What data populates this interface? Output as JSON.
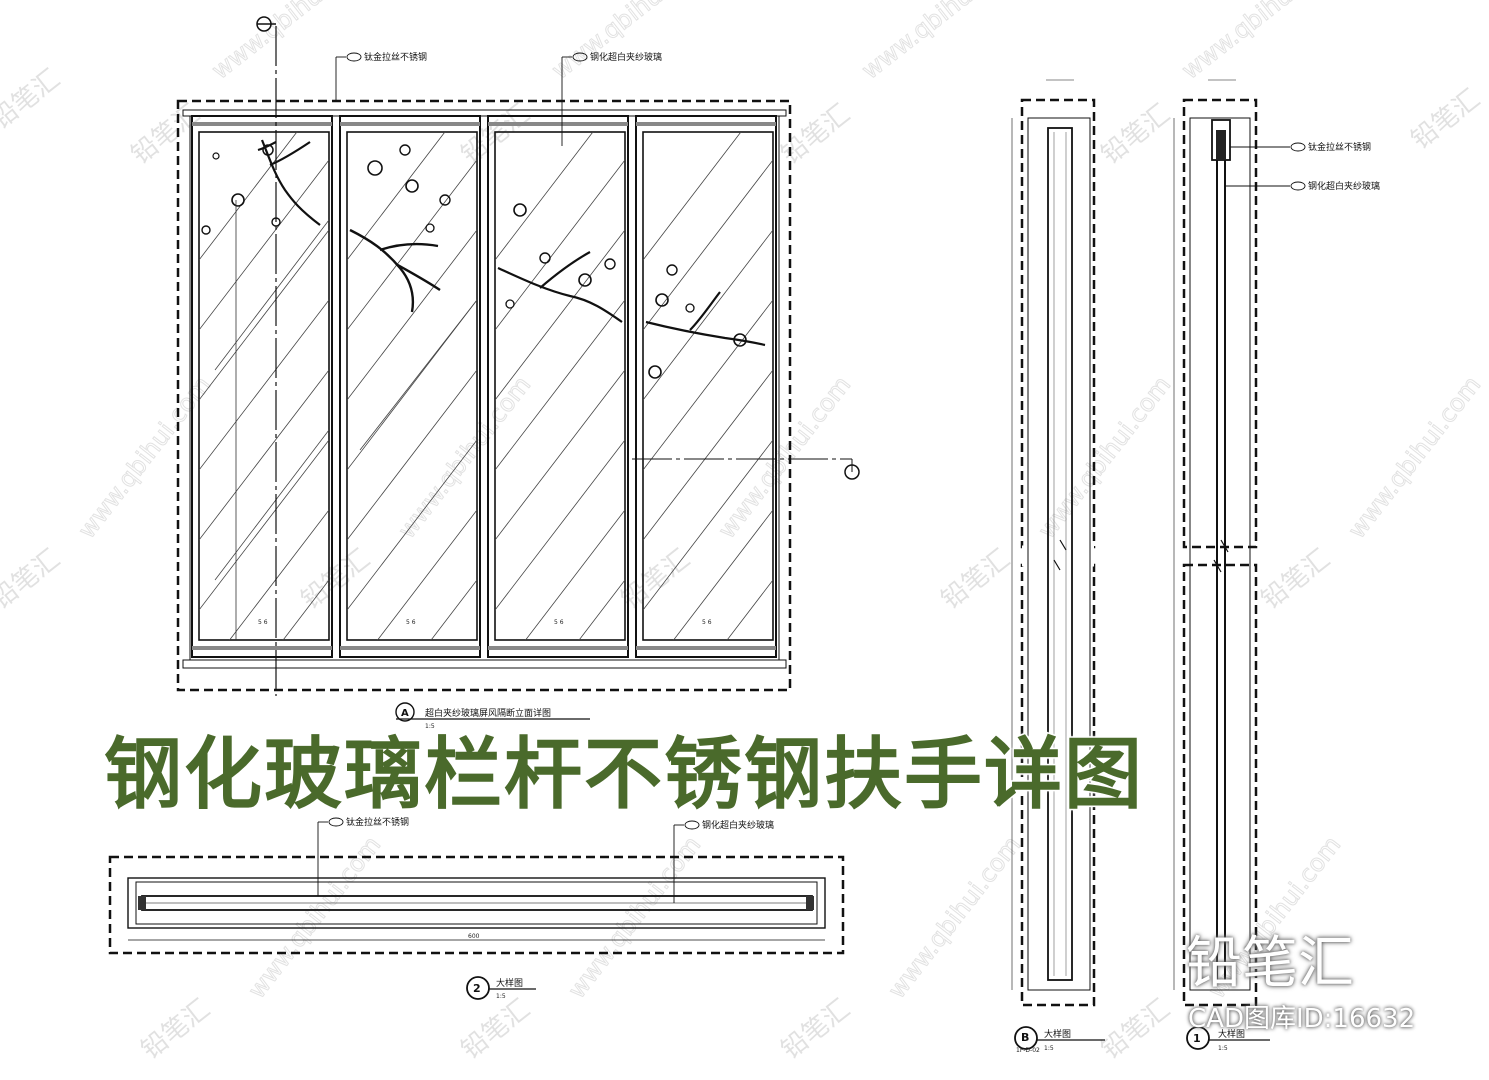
{
  "headline": "钢化玻璃栏杆不锈钢扶手详图",
  "brand": {
    "logo_text": "铅笔汇",
    "cad_id": "CAD图库ID:16632"
  },
  "watermark": {
    "text": "铅笔汇",
    "url": "www.qbihui.com"
  },
  "elevation": {
    "title": "超白夹纱玻璃屏风隔断立面详图",
    "marker": "A",
    "scale": "1:5",
    "callout_steel": "钛金拉丝不锈钢",
    "callout_glass": "钢化超白夹纱玻璃",
    "panel_dim": "5 6"
  },
  "detail_2": {
    "marker": "2",
    "title": "大样图",
    "scale": "1:5",
    "callout_steel": "钛金拉丝不锈钢",
    "callout_glass": "钢化超白夹纱玻璃",
    "dim_width": "600"
  },
  "detail_b": {
    "marker": "B",
    "sub": "1F-D-02",
    "title": "大样图",
    "scale": "1:5"
  },
  "detail_1": {
    "marker": "1",
    "title": "大样图",
    "scale": "1:5",
    "callout_steel": "钛金拉丝不锈钢",
    "callout_glass": "钢化超白夹纱玻璃"
  }
}
